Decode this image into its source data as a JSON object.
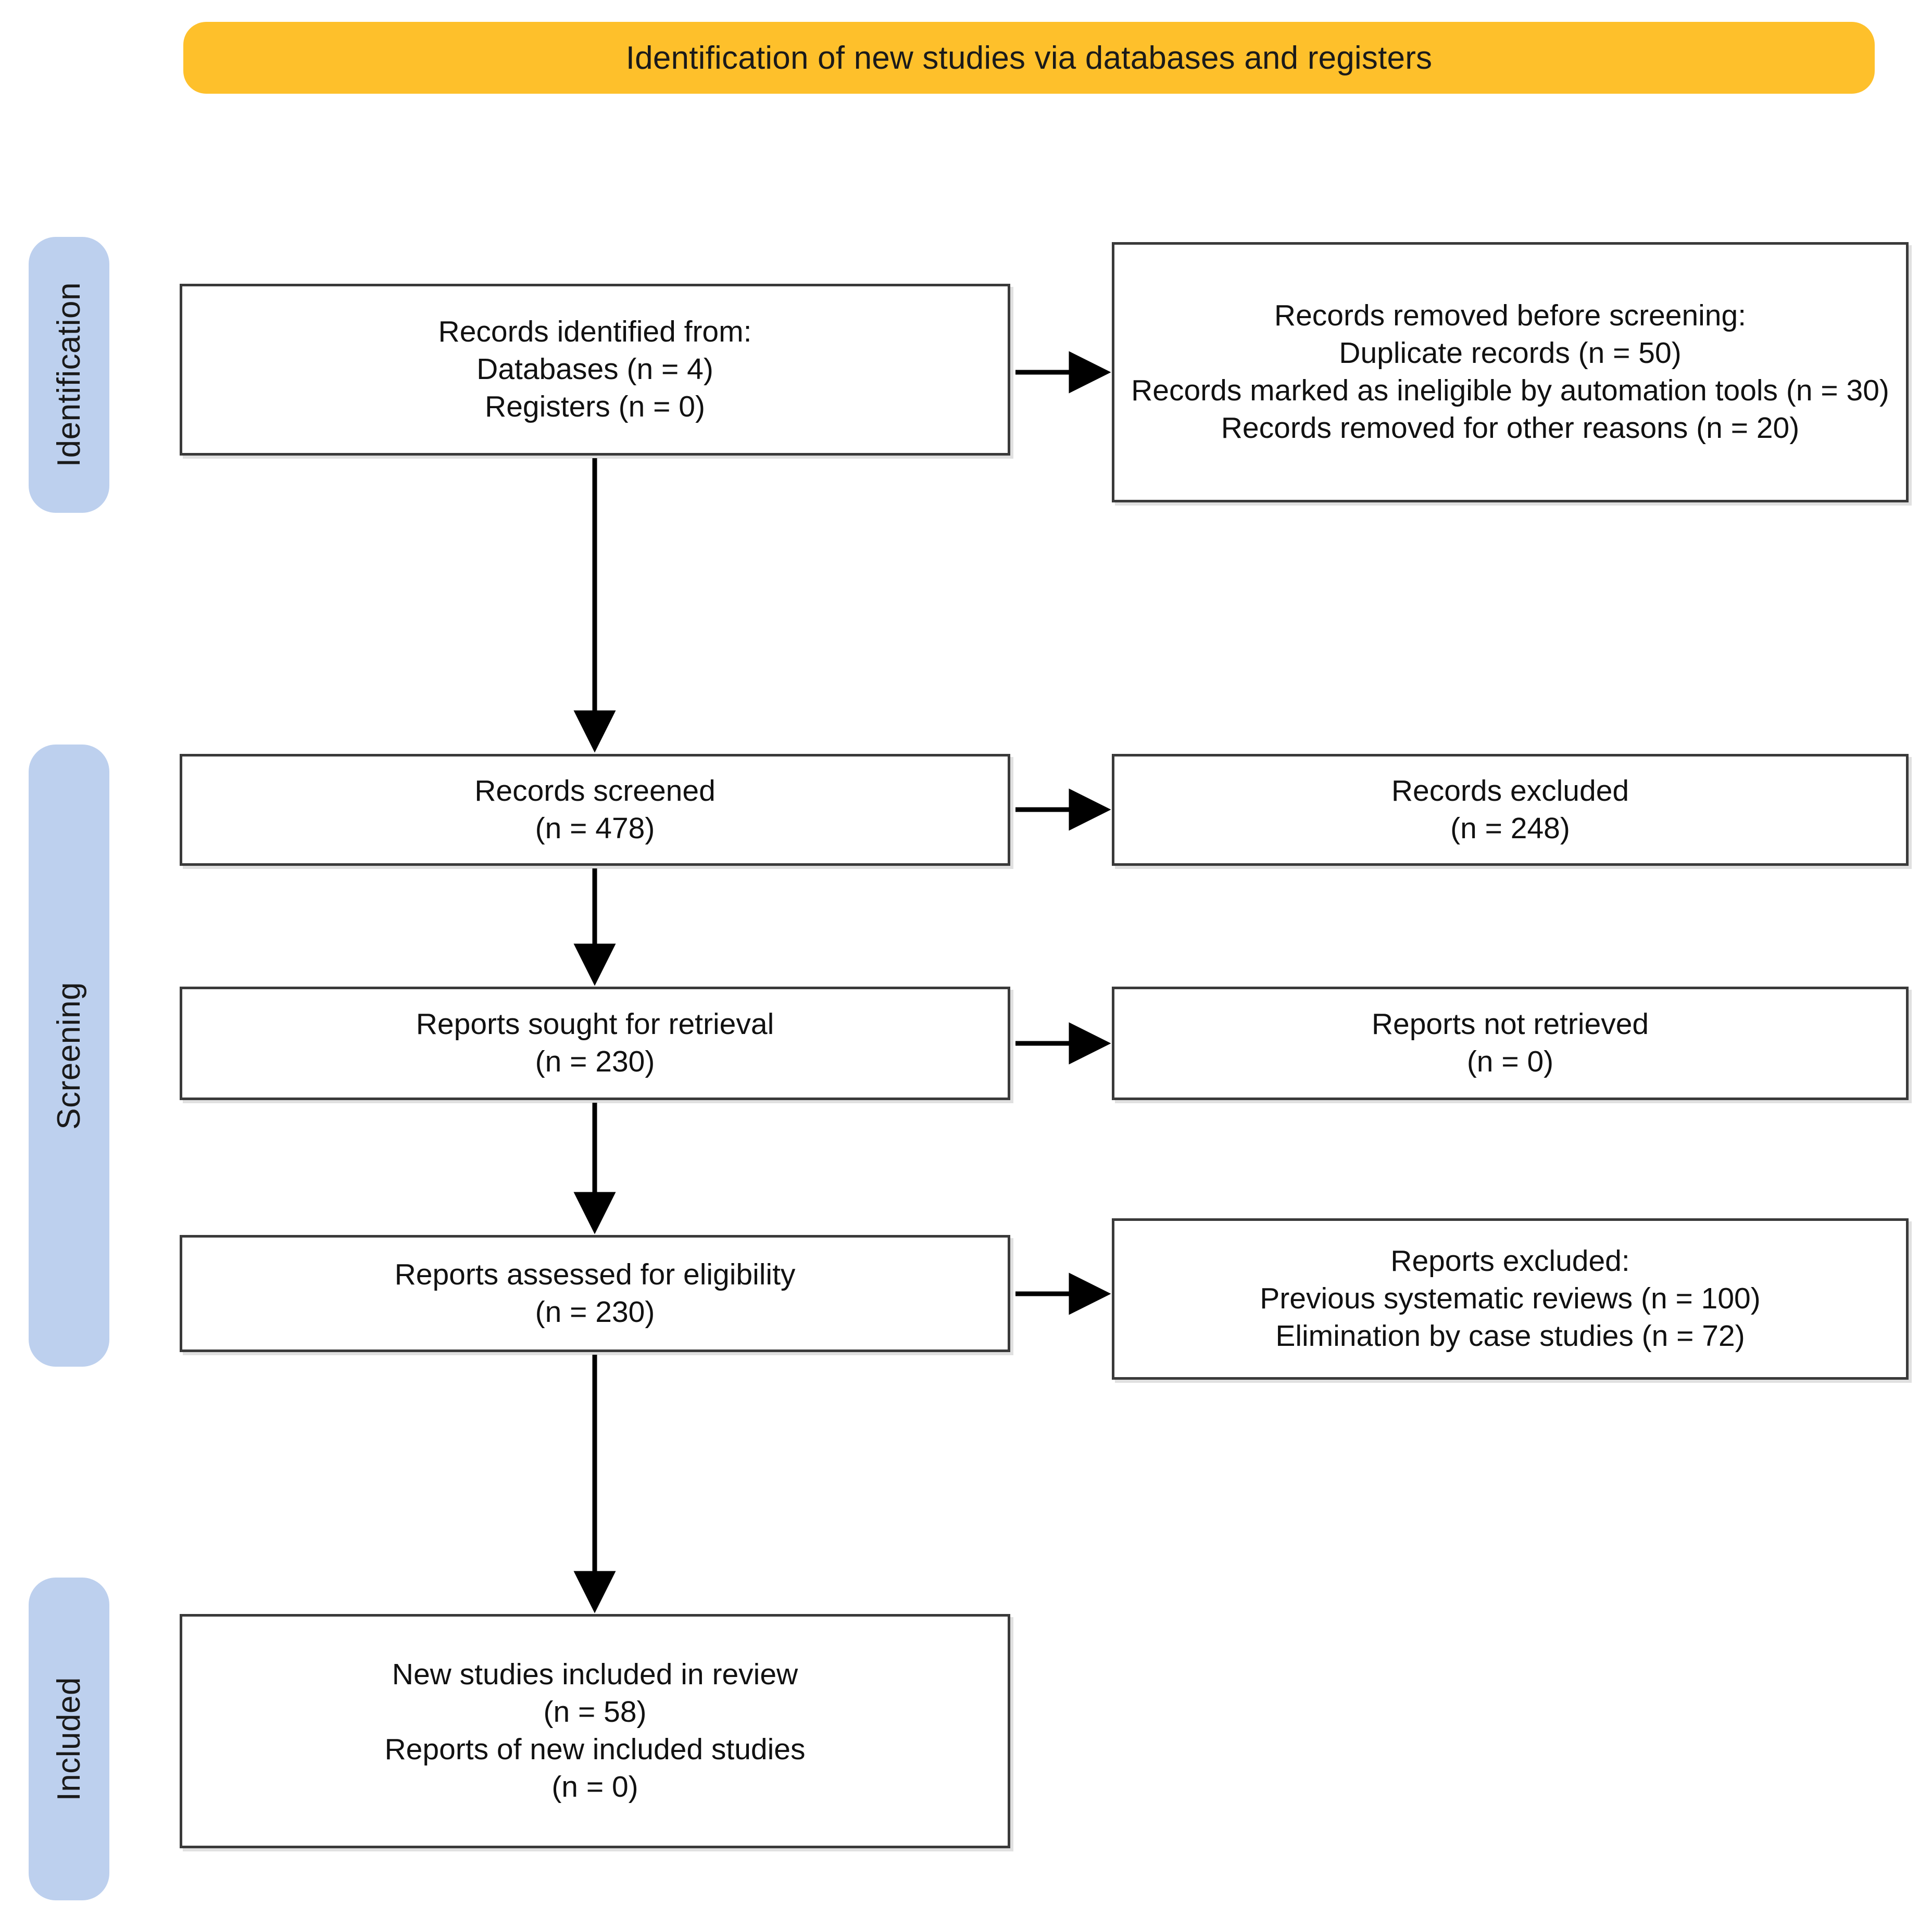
{
  "banner": {
    "title": "Identification of new studies via databases and registers",
    "color": "#FEC02B"
  },
  "stages": {
    "color": "#BDD0EE",
    "items": [
      {
        "id": "identification",
        "label": "Identification"
      },
      {
        "id": "screening",
        "label": "Screening"
      },
      {
        "id": "included",
        "label": "Included"
      }
    ]
  },
  "boxes": {
    "identified": {
      "lines": [
        "Records identified from:",
        "Databases (n = 4)",
        "Registers (n = 0)"
      ]
    },
    "removed": {
      "lines": [
        "Records removed before screening:",
        "Duplicate records (n = 50)",
        "Records marked as ineligible by automation tools (n = 30)",
        "Records removed for other reasons (n = 20)"
      ]
    },
    "screened": {
      "lines": [
        "Records screened",
        "(n = 478)"
      ]
    },
    "excluded_records": {
      "lines": [
        "Records excluded",
        "(n = 248)"
      ]
    },
    "sought": {
      "lines": [
        "Reports sought for retrieval",
        "(n = 230)"
      ]
    },
    "not_retrieved": {
      "lines": [
        "Reports not retrieved",
        "(n = 0)"
      ]
    },
    "assessed": {
      "lines": [
        "Reports assessed for eligibility",
        "(n = 230)"
      ]
    },
    "reports_excluded": {
      "lines": [
        "Reports excluded:",
        "Previous systematic reviews (n = 100)",
        "Elimination by case studies (n = 72)"
      ]
    },
    "included": {
      "lines": [
        "New studies included in review",
        "(n = 58)",
        "Reports of new included studies",
        "(n = 0)"
      ]
    }
  },
  "chart_data": {
    "type": "diagram",
    "title": "Identification of new studies via databases and registers",
    "nodes": [
      {
        "id": "identified",
        "stage": "Identification",
        "column": "left",
        "text": "Records identified from: Databases (n = 4) Registers (n = 0)",
        "counts": {
          "Databases": 4,
          "Registers": 0
        }
      },
      {
        "id": "removed",
        "stage": "Identification",
        "column": "right",
        "text": "Records removed before screening",
        "counts": {
          "Duplicate records": 50,
          "Records marked as ineligible by automation tools": 30,
          "Records removed for other reasons": 20
        }
      },
      {
        "id": "screened",
        "stage": "Screening",
        "column": "left",
        "text": "Records screened",
        "counts": {
          "n": 478
        }
      },
      {
        "id": "excluded_records",
        "stage": "Screening",
        "column": "right",
        "text": "Records excluded",
        "counts": {
          "n": 248
        }
      },
      {
        "id": "sought",
        "stage": "Screening",
        "column": "left",
        "text": "Reports sought for retrieval",
        "counts": {
          "n": 230
        }
      },
      {
        "id": "not_retrieved",
        "stage": "Screening",
        "column": "right",
        "text": "Reports not retrieved",
        "counts": {
          "n": 0
        }
      },
      {
        "id": "assessed",
        "stage": "Screening",
        "column": "left",
        "text": "Reports assessed for eligibility",
        "counts": {
          "n": 230
        }
      },
      {
        "id": "reports_excluded",
        "stage": "Screening",
        "column": "right",
        "text": "Reports excluded",
        "counts": {
          "Previous systematic reviews": 100,
          "Elimination by case studies": 72
        }
      },
      {
        "id": "included",
        "stage": "Included",
        "column": "left",
        "text": "New studies included in review / Reports of new included studies",
        "counts": {
          "New studies included in review": 58,
          "Reports of new included studies": 0
        }
      }
    ],
    "edges": [
      {
        "from": "identified",
        "to": "removed",
        "direction": "right"
      },
      {
        "from": "identified",
        "to": "screened",
        "direction": "down"
      },
      {
        "from": "screened",
        "to": "excluded_records",
        "direction": "right"
      },
      {
        "from": "screened",
        "to": "sought",
        "direction": "down"
      },
      {
        "from": "sought",
        "to": "not_retrieved",
        "direction": "right"
      },
      {
        "from": "sought",
        "to": "assessed",
        "direction": "down"
      },
      {
        "from": "assessed",
        "to": "reports_excluded",
        "direction": "right"
      },
      {
        "from": "assessed",
        "to": "included",
        "direction": "down"
      }
    ]
  }
}
